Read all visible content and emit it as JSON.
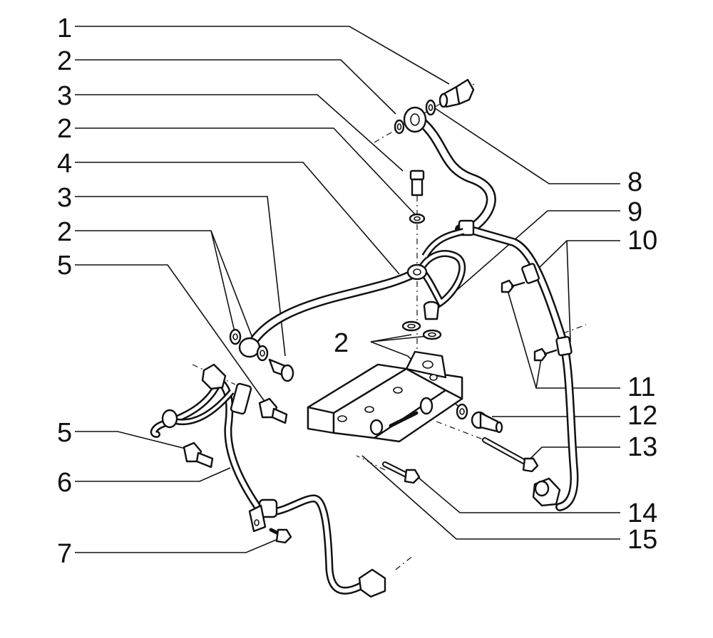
{
  "diagram": {
    "callouts": [
      {
        "id": "c1-left",
        "text": "1"
      },
      {
        "id": "c2-left-a",
        "text": "2"
      },
      {
        "id": "c3-left-a",
        "text": "3"
      },
      {
        "id": "c2-left-b",
        "text": "2"
      },
      {
        "id": "c4-left",
        "text": "4"
      },
      {
        "id": "c3-left-b",
        "text": "3"
      },
      {
        "id": "c2-left-c",
        "text": "2"
      },
      {
        "id": "c5-left-a",
        "text": "5"
      },
      {
        "id": "c5-left-b",
        "text": "5"
      },
      {
        "id": "c6-left",
        "text": "6"
      },
      {
        "id": "c7-left",
        "text": "7"
      },
      {
        "id": "c2-center",
        "text": "2"
      },
      {
        "id": "c8-right",
        "text": "8"
      },
      {
        "id": "c9-right",
        "text": "9"
      },
      {
        "id": "c10-right",
        "text": "10"
      },
      {
        "id": "c11-right",
        "text": "11"
      },
      {
        "id": "c12-right",
        "text": "12"
      },
      {
        "id": "c13-right",
        "text": "13"
      },
      {
        "id": "c14-right",
        "text": "14"
      },
      {
        "id": "c15-right",
        "text": "15"
      }
    ]
  }
}
